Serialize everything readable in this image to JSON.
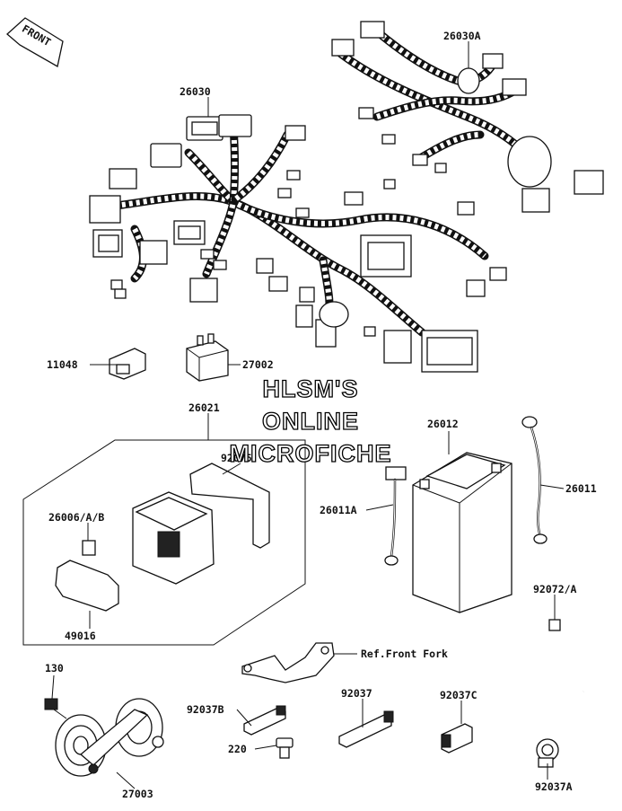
{
  "front_indicator": "FRONT",
  "watermark": {
    "line1": "HLSM'S",
    "line2": "ONLINE",
    "line3": "MICROFICHE"
  },
  "labels": {
    "p26030A": "26030A",
    "p26030": "26030",
    "p11048": "11048",
    "p27002": "27002",
    "p26021": "26021",
    "p92075": "92075",
    "p26006": "26006/A/B",
    "p49016": "49016",
    "p26012": "26012",
    "p26011": "26011",
    "p26011A": "26011A",
    "p92072A": "92072/A",
    "pRefFrontFork": "Ref.Front Fork",
    "p130": "130",
    "p92037B": "92037B",
    "p92037": "92037",
    "p92037C": "92037C",
    "p220": "220",
    "p27003": "27003",
    "p92037A": "92037A"
  }
}
